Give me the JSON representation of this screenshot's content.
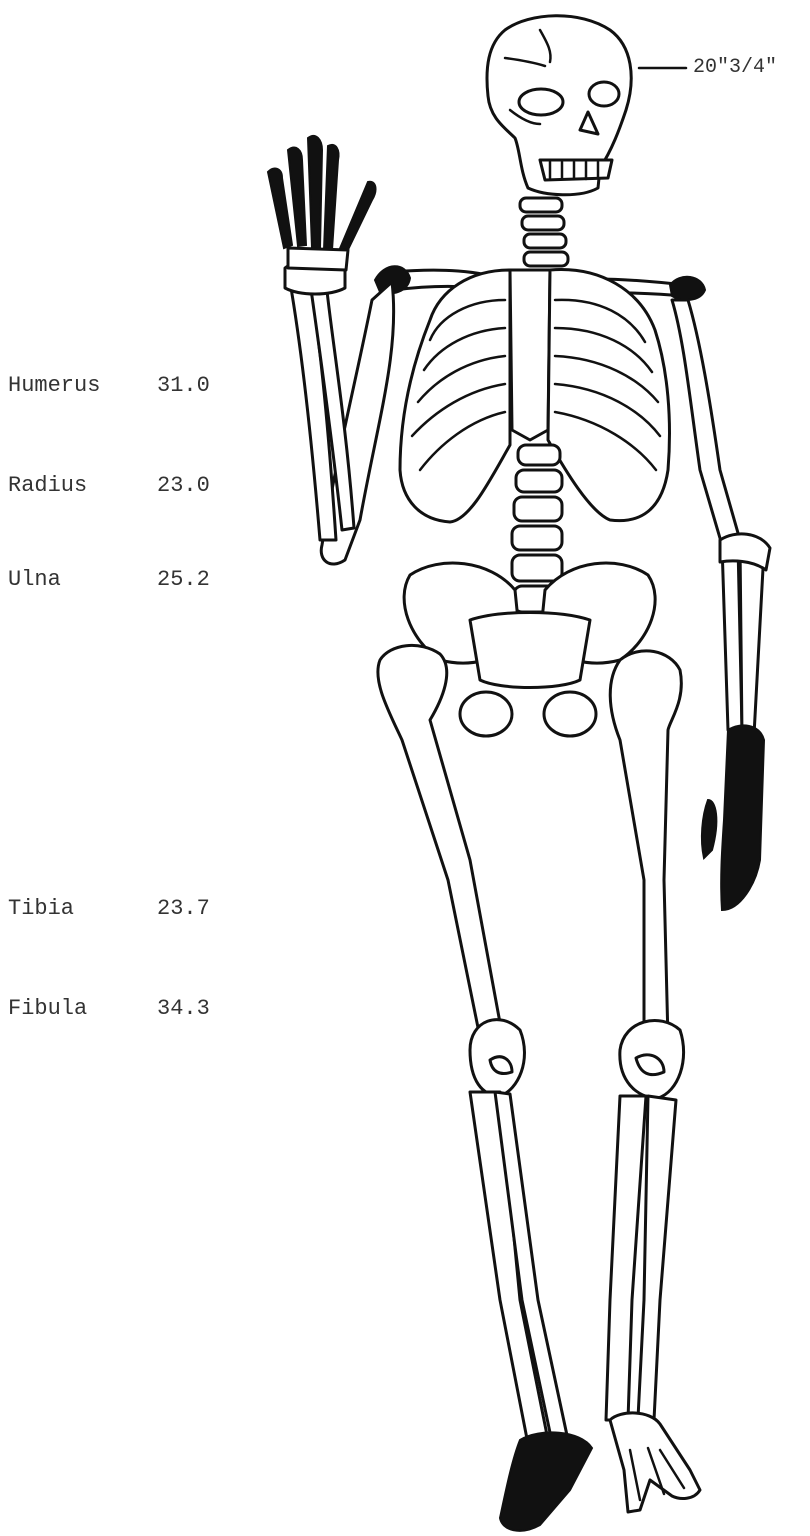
{
  "skull_measurement": "20\"3/4\"",
  "bones": [
    {
      "name": "Humerus",
      "value": "31.0"
    },
    {
      "name": "Radius",
      "value": "23.0"
    },
    {
      "name": "Ulna",
      "value": "25.2"
    },
    {
      "name": "Tibia",
      "value": "23.7"
    },
    {
      "name": "Fibula",
      "value": "34.3"
    }
  ]
}
